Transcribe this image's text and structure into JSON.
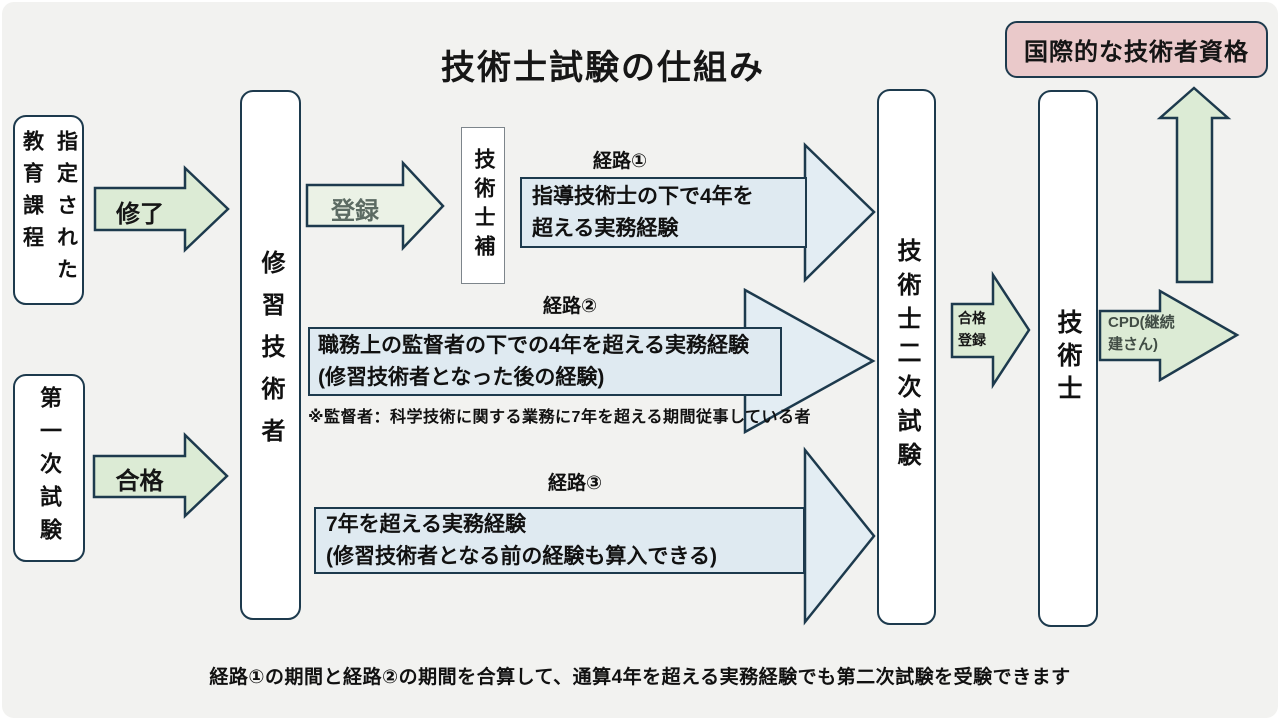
{
  "title": "技術士試験の仕組み",
  "boxes": {
    "designated_course": {
      "line1": "指定された",
      "line2": "教育課程"
    },
    "first_exam": "第一次試験",
    "trainee": "修習技術者",
    "associate": "技術士補",
    "second_exam": "技術士二次試験",
    "engineer": "技術士",
    "international": "国際的な技術者資格"
  },
  "arrows": {
    "completion": "修了",
    "pass": "合格",
    "registration": "登録",
    "pass_registration": {
      "line1": "合格",
      "line2": "登録"
    },
    "cpd": {
      "line1": "CPD(継続",
      "line2": "建さん)"
    }
  },
  "paths": [
    {
      "label": "経路①",
      "text1": "指導技術士の下で4年を",
      "text2": "超える実務経験"
    },
    {
      "label": "経路②",
      "text1": "職務上の監督者の下での4年を超える実務経験",
      "text2": "(修習技術者となった後の経験)",
      "note": "※監督者：科学技術に関する業務に7年を超える期間従事している者"
    },
    {
      "label": "経路③",
      "text1": "7年を超える実務経験",
      "text2": "(修習技術者となる前の経験も算入できる)"
    }
  ],
  "footer": "経路①の期間と経路②の期間を合算して、通算4年を超える実務経験でも第二次試験を受験できます",
  "colors": {
    "bg": "#f2f2f0",
    "navy": "#1d3a4d",
    "green": "#dcebd5",
    "palegreen": "#ebf2e6",
    "blue": "#e3edf3",
    "bluebox": "#dfeaf1",
    "pink": "#eac9ca",
    "graytext": "#5c6b63",
    "cpdtext": "#414d45",
    "assocborder": "#7d858b"
  }
}
